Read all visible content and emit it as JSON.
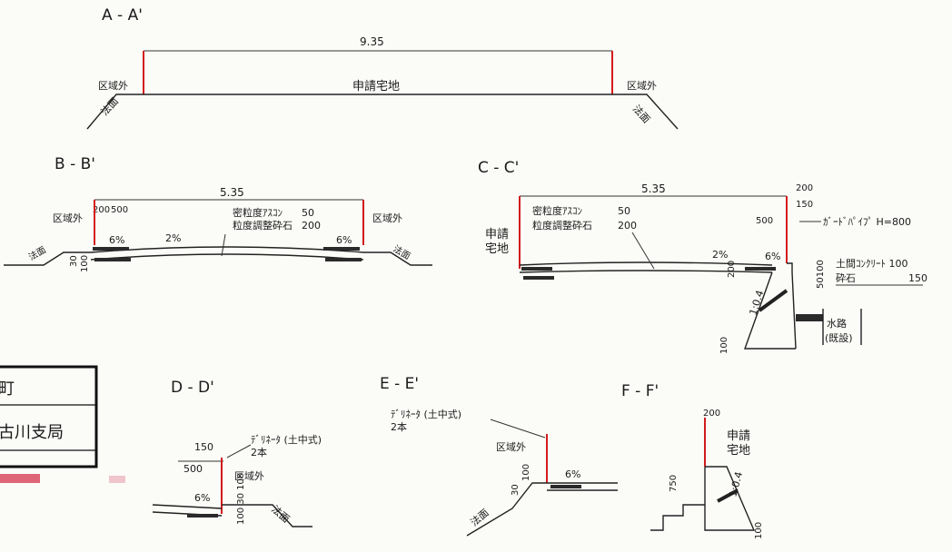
{
  "sections": {
    "aa": {
      "title": "A - A'",
      "width": "9.35",
      "out_left": "区域外",
      "out_right": "区域外",
      "center_label": "申請宅地",
      "slope_left": "法面",
      "slope_right": "法面"
    },
    "bb": {
      "title": "B - B'",
      "width": "5.35",
      "dim_200": "200",
      "dim_500": "500",
      "out_left": "区域外",
      "out_right": "区域外",
      "pave1": "密粒度ｱｽｺﾝ",
      "pave1_val": "50",
      "pave2": "粒度調整砕石",
      "pave2_val": "200",
      "slope_left_pct": "6%",
      "center_pct": "2%",
      "slope_right_pct": "6%",
      "side_slope_left": "法面",
      "side_slope_right": "法面",
      "dim_30": "30",
      "dim_100": "100"
    },
    "cc": {
      "title": "C - C'",
      "width": "5.35",
      "dim_200": "200",
      "dim_150": "150",
      "dim_500": "500",
      "applicant_1": "申請",
      "applicant_2": "宅地",
      "pave1": "密粒度ｱｽｺﾝ",
      "pave1_val": "50",
      "pave2": "粒度調整砕石",
      "pave2_val": "200",
      "guard_pipe": "ｶﾞｰﾄﾞﾊﾟｲﾌﾟ H=800",
      "concrete": "土間ｺﾝｸﾘｰﾄ 100",
      "gravel": "砕石",
      "gravel_val": "150",
      "pct_2": "2%",
      "pct_6": "6%",
      "dim_200v": "200",
      "dim_50100": "50100",
      "slope_ratio": "1:0.4",
      "waterway_1": "水路",
      "waterway_2": "(既設)",
      "dim_100": "100"
    },
    "dd": {
      "title": "D - D'",
      "dim_150": "150",
      "dim_500": "500",
      "delineator": "ﾃﾞﾘﾈｰﾀ (土中式)",
      "count": "2本",
      "out": "区域外",
      "pct_6": "6%",
      "slope": "法面",
      "dims": "100 30 100"
    },
    "ee": {
      "title": "E - E'",
      "delineator": "ﾃﾞﾘﾈｰﾀ (土中式)",
      "count": "2本",
      "out": "区域外",
      "pct_6": "6%",
      "slope": "法面",
      "dim_30": "30",
      "dim_100": "100"
    },
    "ff": {
      "title": "F - F'",
      "dim_200": "200",
      "applicant_1": "申請",
      "applicant_2": "宅地",
      "dim_750": "750",
      "slope_ratio": "1:0.4",
      "dim_100": "100"
    }
  },
  "title_block": {
    "row1": "町",
    "row2": "古川支局"
  },
  "colors": {
    "ink": "#222222",
    "red": "#d21b1b",
    "stamp": "#d6334f"
  }
}
